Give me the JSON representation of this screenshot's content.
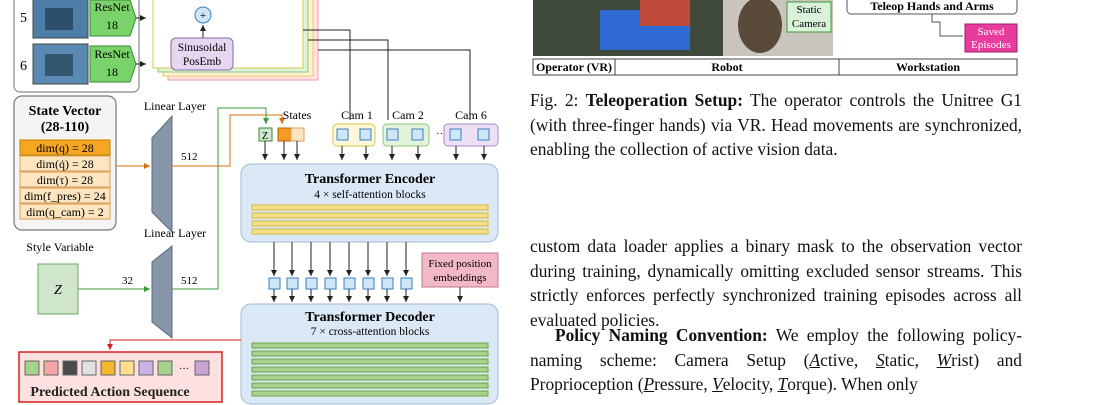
{
  "figure_left": {
    "rows": [
      {
        "index": "5",
        "encoder": "ResNet\n18"
      },
      {
        "index": "6",
        "encoder": "ResNet\n18"
      }
    ],
    "sinusoidal": "Sinusoidal\nPosEmb",
    "plus": "+",
    "state_vector": {
      "title": "State Vector",
      "range": "(28-110)",
      "rows": [
        "dim(q) = 28",
        "dim(q̇) = 28",
        "dim(τ) = 28",
        "dim(f_pres) = 24",
        "dim(q_cam) = 2"
      ]
    },
    "linear_layer_top": "Linear Layer",
    "linear_layer_bottom": "Linear Layer",
    "dim_512_top": "512",
    "dim_512_bottom": "512",
    "dim_32": "32",
    "style_variable": "Style Variable",
    "z": "Z",
    "z_small": "Z",
    "states": "States",
    "cams": [
      "Cam 1",
      "Cam 2",
      "Cam 6"
    ],
    "dots": "···",
    "encoder_title": "Transformer Encoder",
    "encoder_sub": "4 × self-attention blocks",
    "decoder_title": "Transformer Decoder",
    "decoder_sub": "7 × cross-attention blocks",
    "fixed_pos": "Fixed position\nembeddings",
    "predicted": "Predicted Action Sequence",
    "action_colors": [
      "#a9d18e",
      "#f4a6a6",
      "#4a4a4a",
      "#e0e0e0",
      "#f7b733",
      "#ffe08a",
      "#c9b3e6",
      "#a9d18e",
      "#c9a3d6"
    ]
  },
  "figure_right": {
    "static_camera": "Static\nCamera",
    "teleop": "Teleop Hands and Arms",
    "saved": "Saved\nEpisodes",
    "sections": [
      "Operator (VR)",
      "Robot",
      "Workstation"
    ]
  },
  "caption": {
    "label": "Fig. 2:",
    "bold": "Teleoperation Setup:",
    "text": " The operator controls the Unitree G1 (with three-finger hands) via VR. Head movements are synchronized, enabling the collection of active vision data."
  },
  "para1": "custom data loader applies a binary mask to the observation vector during training, dynamically omitting excluded sensor streams. This strictly enforces perfectly synchronized training episodes across all evaluated policies.",
  "para2": {
    "bold": "Policy Naming Convention:",
    "t1": " We employ the following policy-naming scheme: Camera Setup (",
    "a": "A",
    "a_rest": "ctive, ",
    "s": "S",
    "s_rest": "tatic, ",
    "w": "W",
    "w_rest": "rist) and Proprioception (",
    "p": "P",
    "p_rest": "ressure, ",
    "v": "V",
    "v_rest": "elocity, ",
    "t": "T",
    "t_rest": "orque). When only"
  }
}
